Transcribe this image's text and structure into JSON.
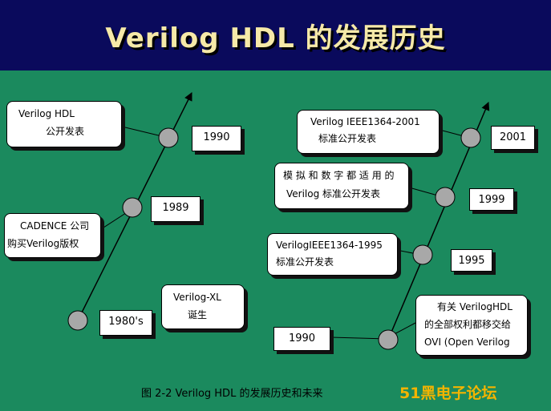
{
  "title": "Verilog HDL 的发展历史",
  "boxes": {
    "verilog_hdl_public": [
      "Verilog HDL",
      "公开发表"
    ],
    "cadence": [
      "CADENCE 公司",
      "购买Verilog版权"
    ],
    "verilog_xl": [
      "Verilog-XL",
      "诞生"
    ],
    "ieee2001": [
      "Verilog IEEE1364-2001",
      "标准公开发表"
    ],
    "mixed": [
      "模 拟 和 数 字 都 适 用 的",
      "Verilog 标准公开发表"
    ],
    "ieee1995": [
      "VerilogIEEE1364-1995",
      "标准公开发表"
    ],
    "ovi": [
      "有关 VerilogHDL",
      "的全部权利都移交给",
      "OVI (Open Verilog"
    ]
  },
  "years": {
    "y1990_left": "1990",
    "y1989": "1989",
    "y1980s": "1980's",
    "y2001": "2001",
    "y1999": "1999",
    "y1995": "1995",
    "y1990_right": "1990"
  },
  "caption": "图 2-2 Verilog HDL 的发展历史和未来",
  "watermark": "51黑电子论坛",
  "colors": {
    "header": "#0a0a5c",
    "panel": "#1b8a5e",
    "title": "#f6e9a8",
    "node": "#a8a8a8",
    "watermark": "#f3b400"
  }
}
